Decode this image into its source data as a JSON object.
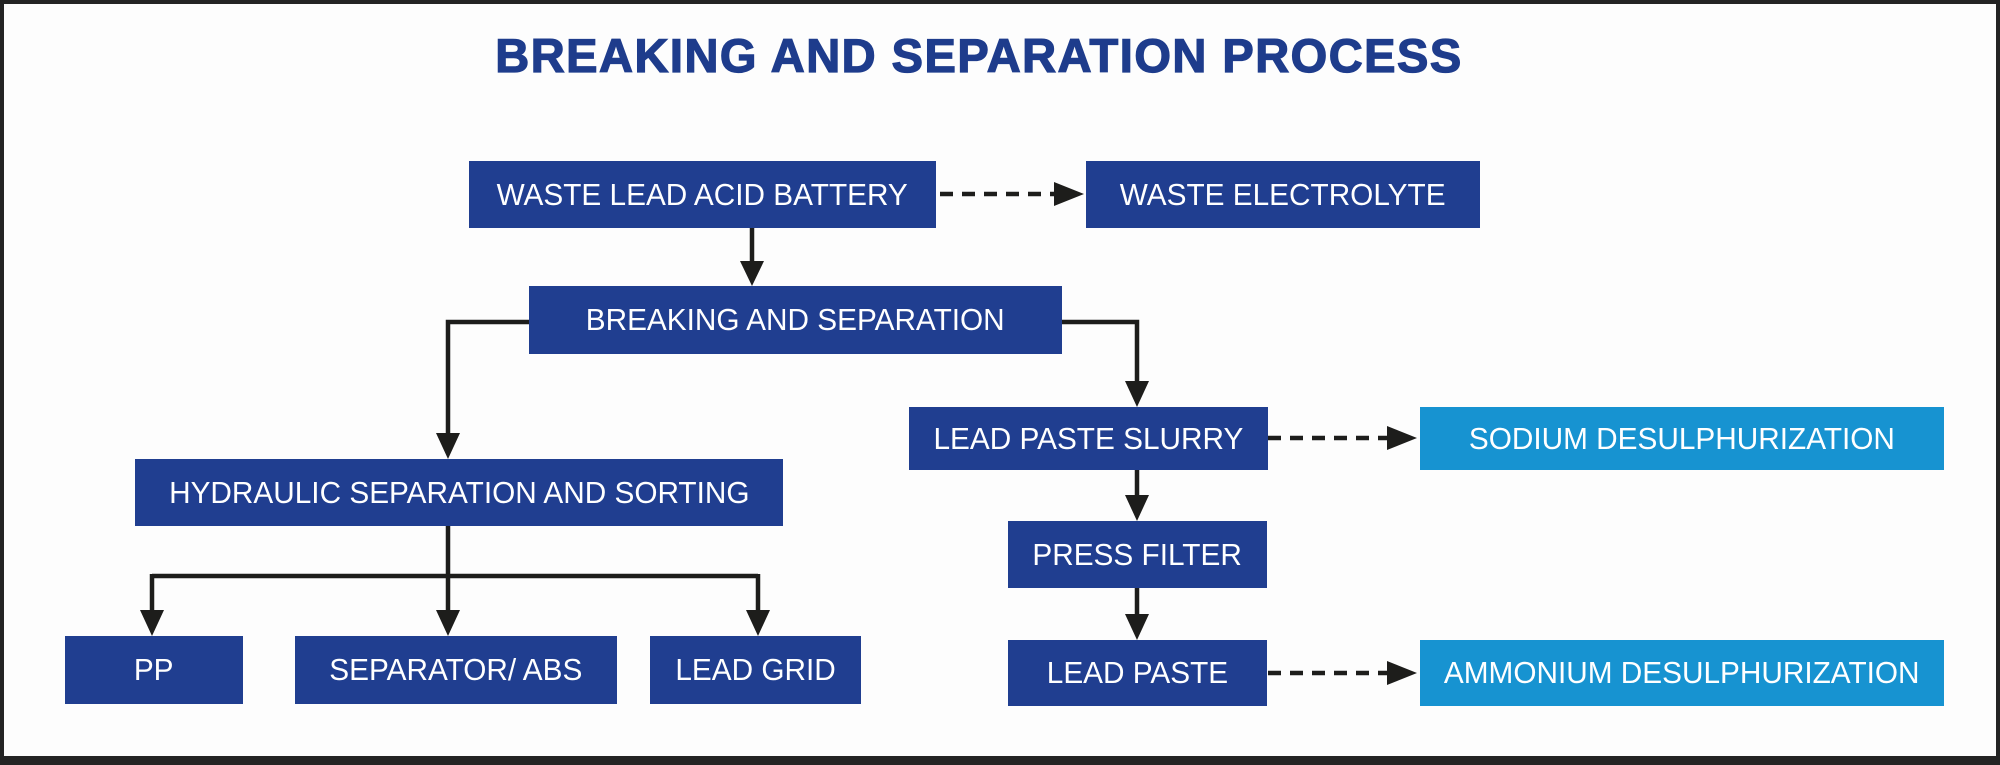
{
  "title": "BREAKING AND SEPARATION PROCESS",
  "colors": {
    "dark_blue_box": "#203E90",
    "light_blue_box": "#1793D1",
    "title_text": "#1E3C8C",
    "connector_line": "#1D1D1B",
    "box_text": "#FFFFFF",
    "background": "#FDFDFD",
    "frame_border": "#242424"
  },
  "nodes": {
    "battery": {
      "label": "WASTE LEAD ACID BATTERY",
      "color": "dark-blue"
    },
    "electrolyte": {
      "label": "WASTE ELECTROLYTE",
      "color": "dark-blue"
    },
    "breaking": {
      "label": "BREAKING AND SEPARATION",
      "color": "dark-blue"
    },
    "slurry": {
      "label": "LEAD PASTE SLURRY",
      "color": "dark-blue"
    },
    "sodium": {
      "label": "SODIUM DESULPHURIZATION",
      "color": "light-blue"
    },
    "hydraulic": {
      "label": "HYDRAULIC SEPARATION AND SORTING",
      "color": "dark-blue"
    },
    "press": {
      "label": "PRESS FILTER",
      "color": "dark-blue"
    },
    "pp": {
      "label": "PP",
      "color": "dark-blue"
    },
    "separator": {
      "label": "SEPARATOR/ ABS",
      "color": "dark-blue"
    },
    "leadgrid": {
      "label": "LEAD GRID",
      "color": "dark-blue"
    },
    "leadpaste": {
      "label": "LEAD PASTE",
      "color": "dark-blue"
    },
    "ammonium": {
      "label": "AMMONIUM DESULPHURIZATION",
      "color": "light-blue"
    }
  },
  "edges": [
    {
      "from": "WASTE LEAD ACID BATTERY",
      "to": "WASTE ELECTROLYTE",
      "style": "dashed"
    },
    {
      "from": "WASTE LEAD ACID BATTERY",
      "to": "BREAKING AND SEPARATION",
      "style": "solid"
    },
    {
      "from": "BREAKING AND SEPARATION",
      "to": "HYDRAULIC SEPARATION AND SORTING",
      "style": "solid"
    },
    {
      "from": "BREAKING AND SEPARATION",
      "to": "LEAD PASTE SLURRY",
      "style": "solid"
    },
    {
      "from": "LEAD PASTE SLURRY",
      "to": "SODIUM DESULPHURIZATION",
      "style": "dashed"
    },
    {
      "from": "LEAD PASTE SLURRY",
      "to": "PRESS FILTER",
      "style": "solid"
    },
    {
      "from": "PRESS FILTER",
      "to": "LEAD PASTE",
      "style": "solid"
    },
    {
      "from": "LEAD PASTE",
      "to": "AMMONIUM DESULPHURIZATION",
      "style": "dashed"
    },
    {
      "from": "HYDRAULIC SEPARATION AND SORTING",
      "to": "PP",
      "style": "solid"
    },
    {
      "from": "HYDRAULIC SEPARATION AND SORTING",
      "to": "SEPARATOR/ ABS",
      "style": "solid"
    },
    {
      "from": "HYDRAULIC SEPARATION AND SORTING",
      "to": "LEAD GRID",
      "style": "solid"
    }
  ]
}
